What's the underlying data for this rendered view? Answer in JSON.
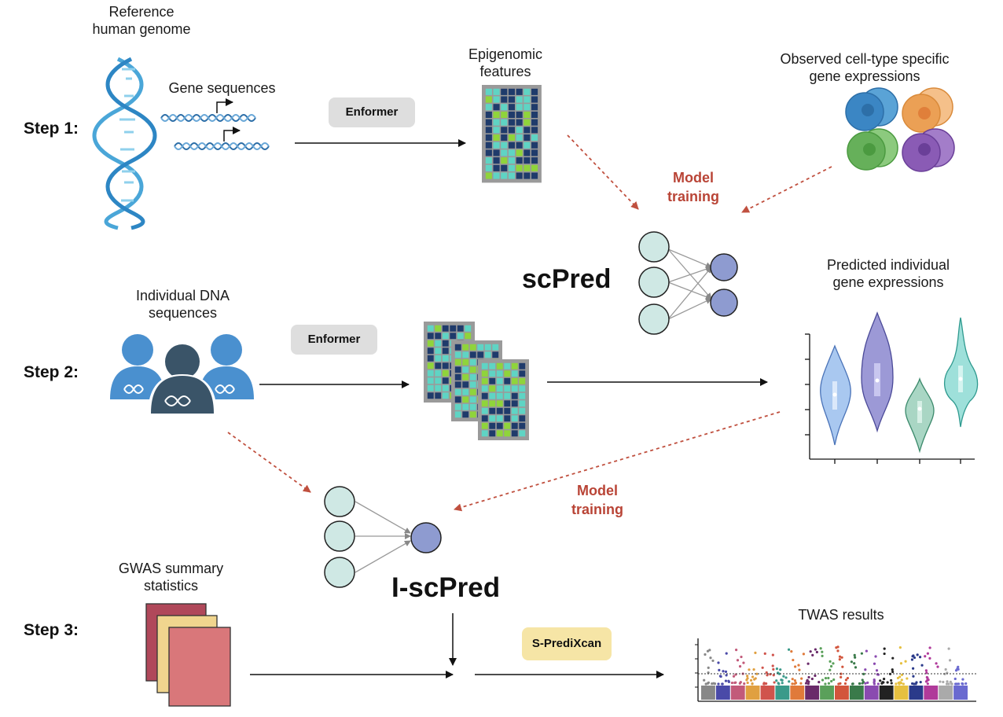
{
  "steps": {
    "step1": "Step 1:",
    "step2": "Step 2:",
    "step3": "Step 3:"
  },
  "labels": {
    "reference_genome_line1": "Reference",
    "reference_genome_line2": "human genome",
    "gene_sequences": "Gene sequences",
    "epigenomic_line1": "Epigenomic",
    "epigenomic_line2": "features",
    "observed_line1": "Observed cell-type specific",
    "observed_line2": "gene expressions",
    "individual_dna_line1": "Individual DNA",
    "individual_dna_line2": "sequences",
    "predicted_line1": "Predicted individual",
    "predicted_line2": "gene expressions",
    "gwas_line1": "GWAS summary",
    "gwas_line2": "statistics",
    "twas_results": "TWAS results"
  },
  "tools": {
    "enformer_step1": "Enformer",
    "enformer_step2": "Enformer",
    "spredixcan": "S-PrediXcan"
  },
  "models": {
    "scpred": "scPred",
    "iscpred": "I-scPred"
  },
  "training": {
    "top_line1": "Model",
    "top_line2": "training",
    "bottom_line1": "Model",
    "bottom_line2": "training"
  },
  "colors": {
    "dashed_arrow": "#c0503f",
    "node_input": "#cfe8e4",
    "node_output": "#8e9bd0",
    "grid_dark": "#1f3b6b",
    "grid_teal": "#5fd4c4",
    "grid_green": "#8fd43b",
    "cell_blue": "#3b86c4",
    "cell_orange": "#eba055",
    "cell_green": "#66b05a",
    "cell_purple": "#8a5bb5",
    "person_light": "#4a90cf",
    "person_dark": "#3a5468",
    "gwas_green": "#b0485a",
    "gwas_yellow": "#f0d58e",
    "gwas_red": "#d9777a",
    "tool_gray": "#dedede",
    "tool_yellow": "#f6e5a6"
  },
  "icons": [
    "dna-helix-icon",
    "gene-sequence-icon",
    "epigenomic-grid-icon",
    "cell-cluster-icon",
    "neural-network-icon",
    "people-dna-icon",
    "violin-plot-icon",
    "gwas-sheets-icon",
    "manhattan-plot-icon"
  ]
}
